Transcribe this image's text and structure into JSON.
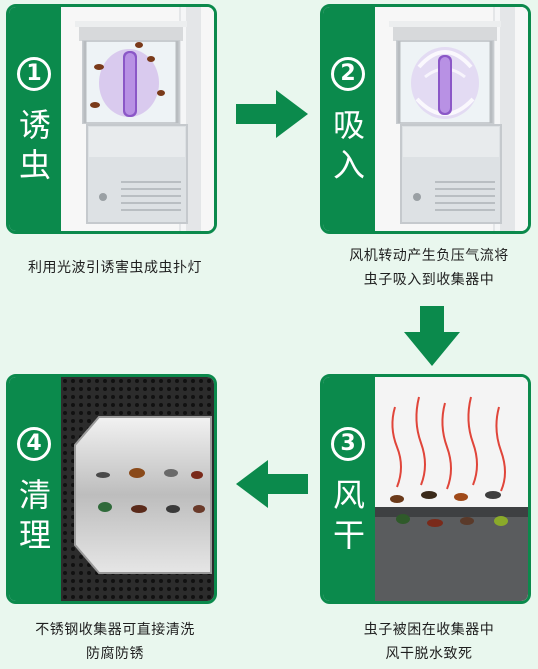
{
  "steps": [
    {
      "number": "1",
      "title_chars": [
        "诱",
        "虫"
      ],
      "caption_lines": [
        "利用光波引诱害虫成虫扑灯"
      ]
    },
    {
      "number": "2",
      "title_chars": [
        "吸",
        "入"
      ],
      "caption_lines": [
        "风机转动产生负压气流将",
        "虫子吸入到收集器中"
      ]
    },
    {
      "number": "3",
      "title_chars": [
        "风",
        "干"
      ],
      "caption_lines": [
        "虫子被困在收集器中",
        "风干脱水致死"
      ]
    },
    {
      "number": "4",
      "title_chars": [
        "清",
        "理"
      ],
      "caption_lines": [
        "不锈钢收集器可直接清洗",
        "防腐防锈"
      ]
    }
  ],
  "arrows": [
    "right-arrow-icon",
    "down-arrow-icon",
    "left-arrow-icon"
  ],
  "colors": {
    "accent_green": "#0b8a4c",
    "background": "#e9f7ee",
    "caption_text": "#1f1f1f"
  }
}
